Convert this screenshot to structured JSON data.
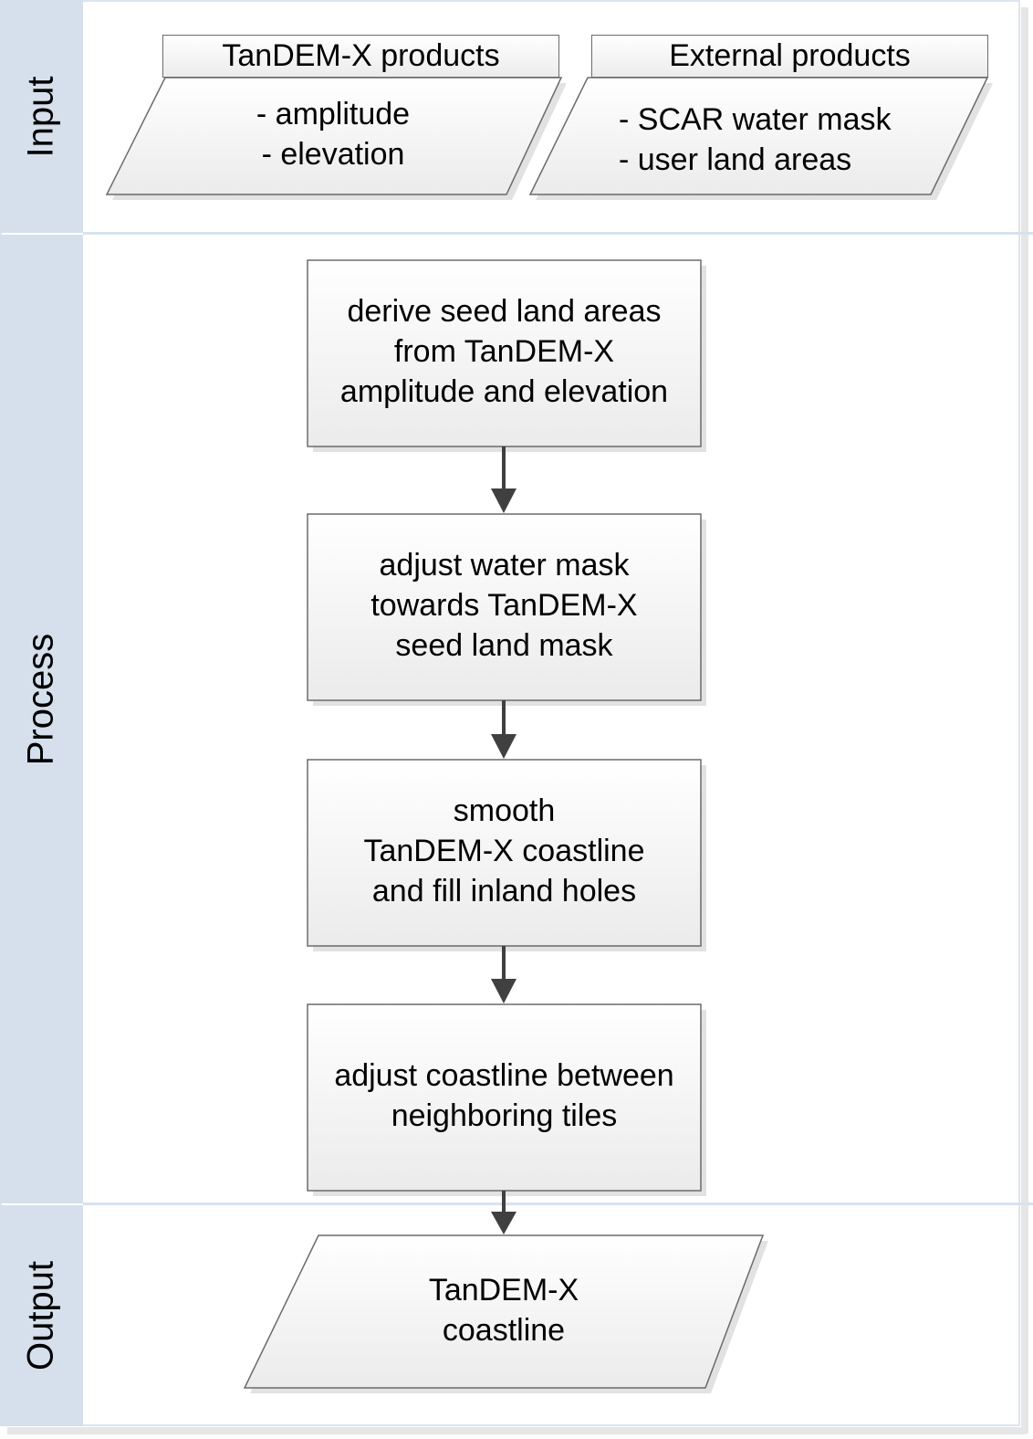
{
  "lanes": [
    {
      "id": "input",
      "label": "Input"
    },
    {
      "id": "process",
      "label": "Process"
    },
    {
      "id": "output",
      "label": "Output"
    }
  ],
  "inputs": [
    {
      "header": "TanDEM-X products",
      "lines": [
        "- amplitude",
        "- elevation"
      ]
    },
    {
      "header": "External products",
      "lines": [
        "- SCAR water mask",
        "- user  land areas"
      ]
    }
  ],
  "process_steps": [
    {
      "lines": [
        "derive seed land areas",
        "from TanDEM-X",
        "amplitude and elevation"
      ]
    },
    {
      "lines": [
        "adjust water mask",
        "towards TanDEM-X",
        "seed land mask"
      ]
    },
    {
      "lines": [
        "smooth",
        "TanDEM-X coastline",
        "and fill inland holes"
      ]
    },
    {
      "lines": [
        "adjust coastline between",
        "neighboring tiles"
      ]
    }
  ],
  "output": {
    "lines": [
      "TanDEM-X",
      "coastline"
    ]
  },
  "colors": {
    "lane_header": "#d5e0ec",
    "shape_stroke": "#6b6b6b",
    "arrow": "#404040",
    "shape_fill_top": "#ffffff",
    "shape_fill_bottom": "#ececec"
  }
}
